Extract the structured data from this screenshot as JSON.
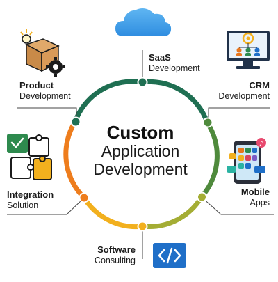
{
  "center": {
    "line1": "Custom",
    "line2": "Application",
    "line3": "Development"
  },
  "items": [
    {
      "id": "saas",
      "title": "SaaS",
      "subtitle": "Development",
      "icon": "cloud-icon",
      "color": "#2e7d5b"
    },
    {
      "id": "crm",
      "title": "CRM",
      "subtitle": "Development",
      "icon": "crm-monitor-icon",
      "color": "#4f8a3c"
    },
    {
      "id": "mobile",
      "title": "Mobile",
      "subtitle": "Apps",
      "icon": "mobile-apps-icon",
      "color": "#9aa832"
    },
    {
      "id": "software",
      "title": "Software",
      "subtitle": "Consulting",
      "icon": "code-icon",
      "color": "#f0a21b"
    },
    {
      "id": "integration",
      "title": "Integration",
      "subtitle": "Solution",
      "icon": "puzzle-icon",
      "color": "#e8761c"
    },
    {
      "id": "product",
      "title": "Product",
      "subtitle": "Development",
      "icon": "box-gear-icon",
      "color": "#2a7a5a"
    }
  ],
  "colors": {
    "ring_green_dark": "#1f6f52",
    "ring_green": "#5a8f3a",
    "ring_olive": "#a4ad34",
    "ring_yellow": "#f2b01e",
    "ring_orange": "#ee7d1d",
    "accent_blue": "#1f6fc8"
  }
}
